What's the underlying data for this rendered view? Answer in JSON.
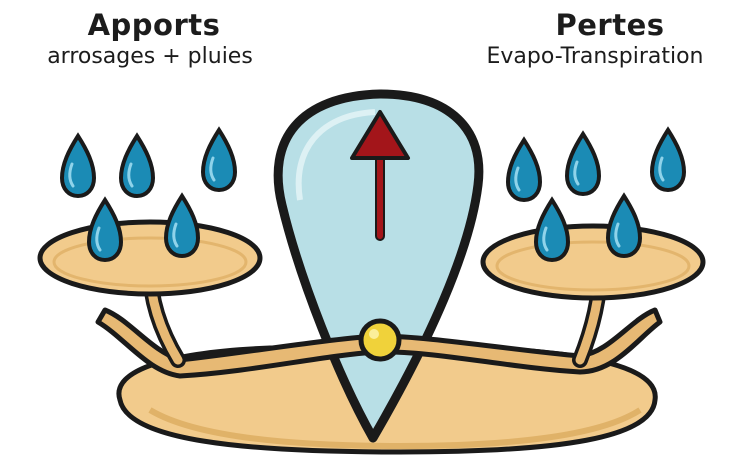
{
  "left_side": {
    "title": "Apports",
    "subtitle": "arrosages + pluies"
  },
  "right_side": {
    "title": "Pertes",
    "subtitle": "Evapo-Transpiration"
  },
  "drops": {
    "left_count": 5,
    "right_count": 5
  },
  "colors": {
    "water": "#1b8bb5",
    "dial_face": "#b8dfe6",
    "plate": "#f2cb8c",
    "arrow": "#a3151a",
    "pivot": "#f0d23a",
    "outline": "#1a1a1a"
  },
  "icons": {
    "drop": "water-drop-icon",
    "arrow": "up-arrow-icon",
    "pivot": "pivot-icon"
  }
}
